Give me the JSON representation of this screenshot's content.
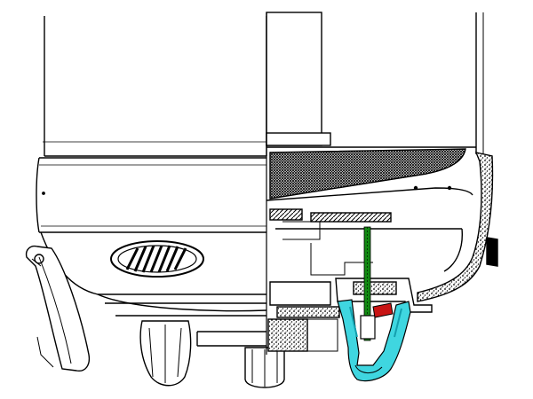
{
  "figure": {
    "kind": "technical-cutaway-drawing",
    "left_half": "exterior-elevation",
    "right_half": "section-view"
  },
  "colors": {
    "background": "#ffffff",
    "line": "#000000",
    "hatch": "#000000",
    "drain_valve": "#3fd6e0",
    "drain_valve_dark": "#149fae",
    "seal_red": "#c81414",
    "stem_green": "#128a12"
  }
}
